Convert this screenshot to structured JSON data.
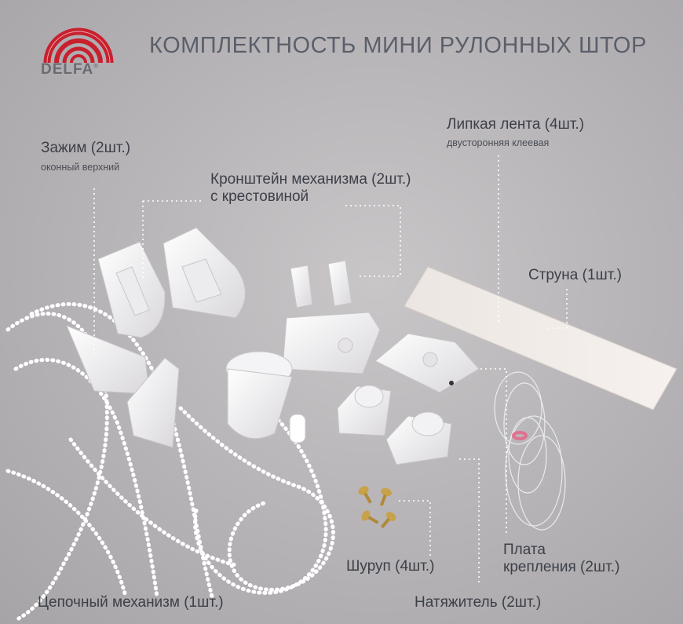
{
  "brand": {
    "name": "DELFA",
    "mark": "®"
  },
  "title": "КОМПЛЕКТНОСТЬ МИНИ РУЛОННЫХ ШТОР",
  "labels": {
    "clamp": {
      "name": "Зажим  (2шт.)",
      "note": "оконный верхний"
    },
    "bracket": {
      "line1": "Кронштейн механизма (2шт.)",
      "line2": "с крестовиной"
    },
    "tape": {
      "name": "Липкая лента (4шт.)",
      "note": "двусторонняя клеевая"
    },
    "string": {
      "name": "Струна (1шт.)"
    },
    "plate": {
      "line1": "Плата",
      "line2": "крепления (2шт.)"
    },
    "screw": {
      "name": "Шуруп (4шт.)"
    },
    "chain": {
      "name": "Цепочный механизм (1шт.)"
    },
    "tensioner": {
      "name": "Натяжитель  (2шт.)"
    }
  },
  "colors": {
    "background": "#bebbbe",
    "brand_red": "#c8202e",
    "text": "#3d4048",
    "leader": "#ffffff"
  }
}
